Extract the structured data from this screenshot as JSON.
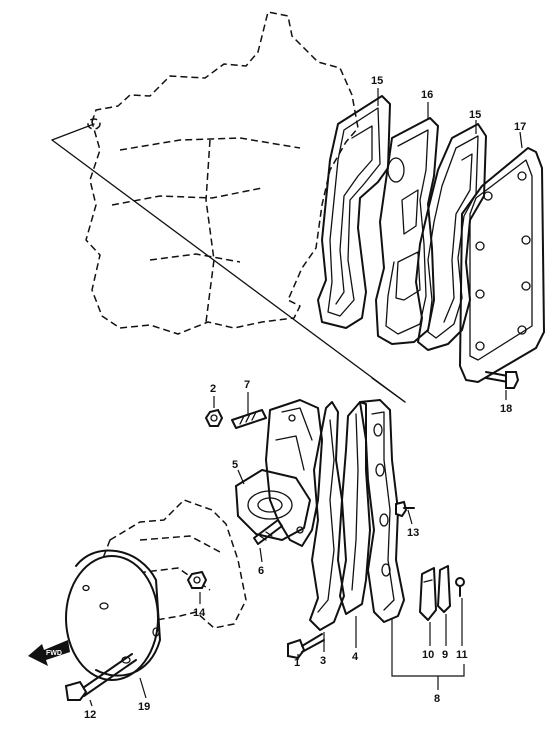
{
  "callouts": {
    "c1": "1",
    "c2": "2",
    "c3": "3",
    "c4": "4",
    "c5": "5",
    "c6": "6",
    "c7": "7",
    "c8": "8",
    "c9": "9",
    "c10": "10",
    "c11": "11",
    "c12": "12",
    "c13": "13",
    "c14": "14",
    "c15a": "15",
    "c15b": "15",
    "c16": "16",
    "c17": "17",
    "c18": "18",
    "c19": "19"
  },
  "fwd_label": "FWD",
  "colors": {
    "ink": "#111111",
    "paper": "#ffffff"
  }
}
